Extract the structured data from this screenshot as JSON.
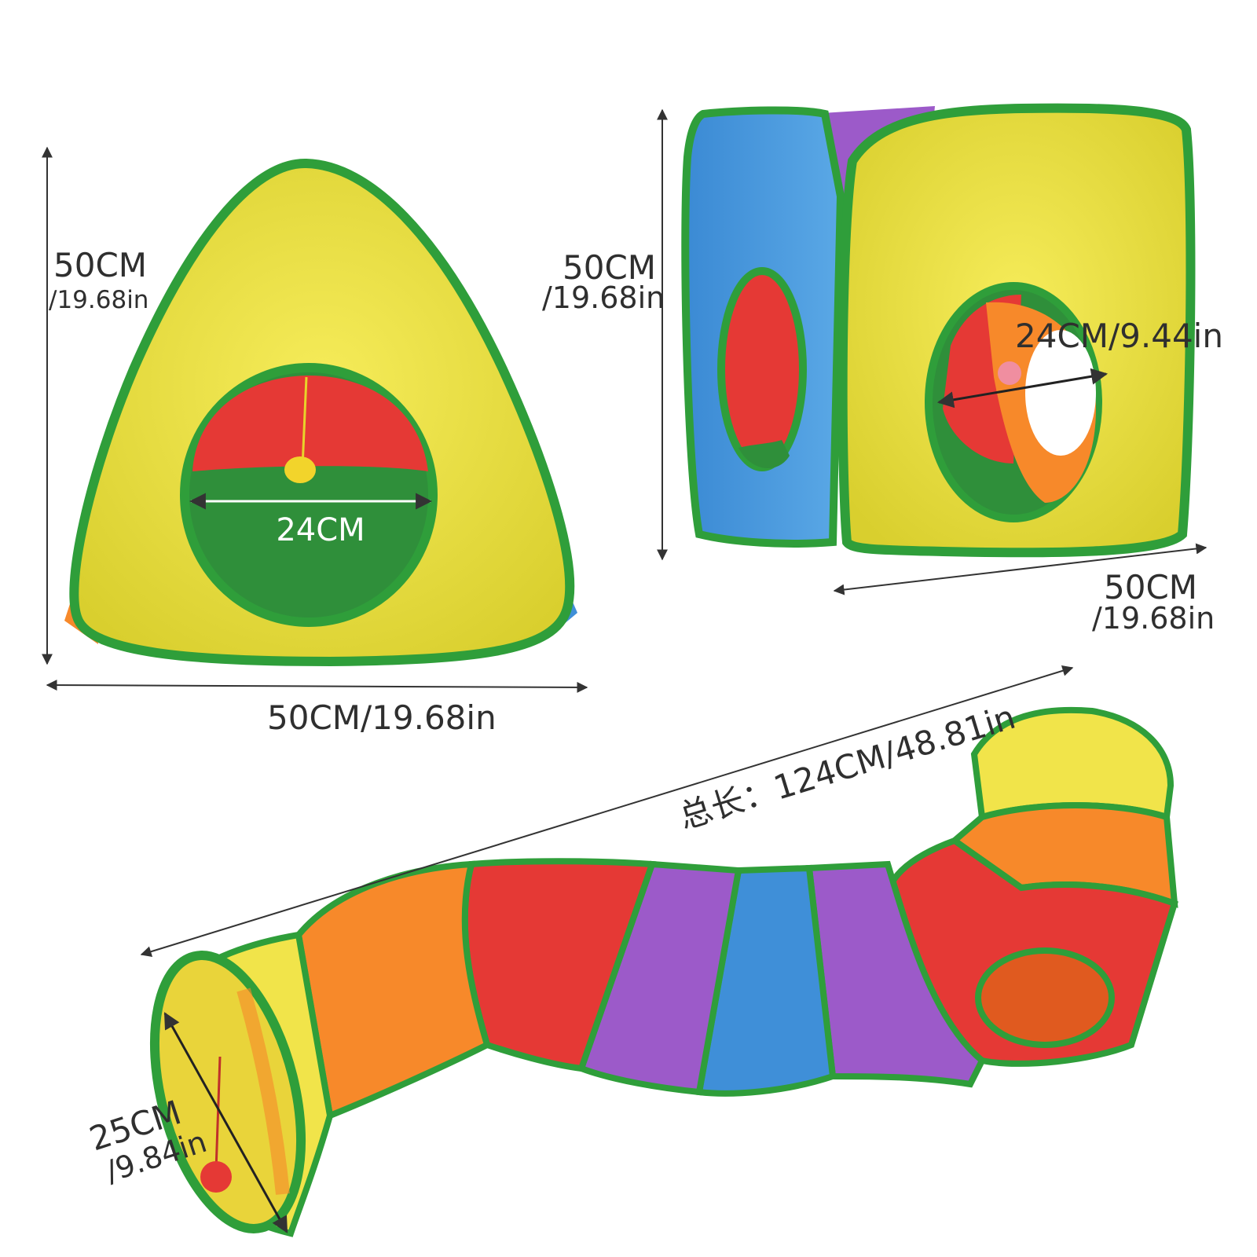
{
  "products": {
    "triangle_tent": {
      "height_cm": "50CM",
      "height_in": "/19.68in",
      "width": "50CM/19.68in",
      "opening": "24CM"
    },
    "cube_tent": {
      "height_cm": "50CM",
      "height_in": "/19.68in",
      "width_cm": "50CM",
      "width_in": "/19.68in",
      "opening": "24CM/9.44in"
    },
    "tunnel": {
      "total_length": "总长：124CM/48.81in",
      "diameter_cm": "25CM",
      "diameter_in": "/9.84in"
    }
  },
  "colors": {
    "trim_green": "#2f9e3a",
    "yellow": "#f1e44a",
    "red": "#e53935",
    "orange": "#f7892a",
    "purple": "#9c5ac9",
    "blue": "#3f8fd8",
    "inner_green": "#2f8f3a"
  }
}
